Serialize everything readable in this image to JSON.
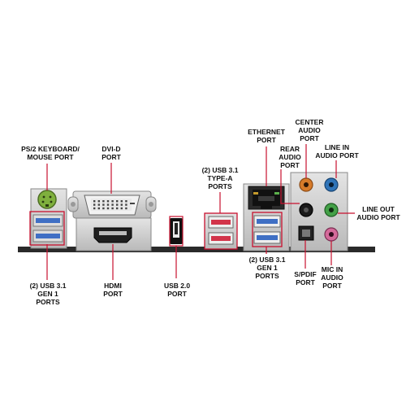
{
  "colors": {
    "callout": "#c8102e",
    "ps2": "#7fb03d",
    "usb3": "#3f6fc4",
    "usb31": "#d2344a",
    "audio_orange": "#d77b2a",
    "audio_black": "#1a1a1a",
    "audio_blue": "#2f74b8",
    "audio_green": "#43a047",
    "audio_pink": "#d46a9a",
    "shield": "#c9c9c9"
  },
  "labels": {
    "ps2": [
      "PS/2 KEYBOARD/",
      "MOUSE PORT"
    ],
    "dvid": [
      "DVI-D",
      "PORT"
    ],
    "usb31_typea": [
      "(2) USB 3.1",
      "TYPE-A",
      "PORTS"
    ],
    "ethernet": [
      "ETHERNET",
      "PORT"
    ],
    "rear_audio": [
      "REAR",
      "AUDIO",
      "PORT"
    ],
    "center_audio": [
      "CENTER",
      "AUDIO",
      "PORT"
    ],
    "line_in": [
      "LINE IN",
      "AUDIO PORT"
    ],
    "line_out": [
      "LINE OUT",
      "AUDIO PORT"
    ],
    "usb31_gen1_left": [
      "(2) USB 3.1",
      "GEN 1",
      "PORTS"
    ],
    "hdmi": [
      "HDMI",
      "PORT"
    ],
    "usb20": [
      "USB 2.0",
      "PORT"
    ],
    "usb31_gen1_right": [
      "(2) USB 3.1",
      "GEN 1",
      "PORTS"
    ],
    "spdif": [
      "S/PDIF",
      "PORT"
    ],
    "mic_in": [
      "MIC IN",
      "AUDIO",
      "PORT"
    ]
  }
}
